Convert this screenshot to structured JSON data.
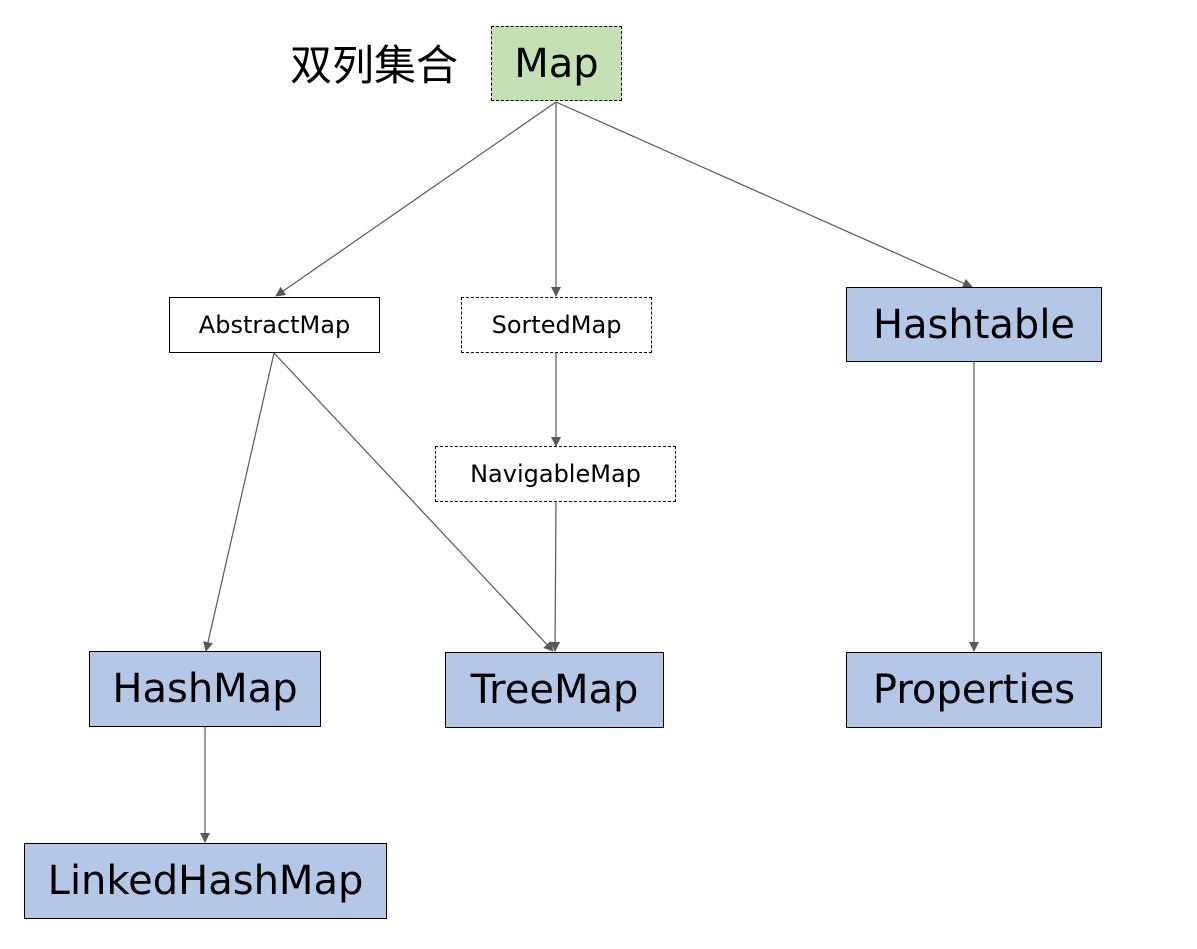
{
  "title": "双列集合",
  "nodes": {
    "map": "Map",
    "abstract_map": "AbstractMap",
    "sorted_map": "SortedMap",
    "hashtable": "Hashtable",
    "navigable_map": "NavigableMap",
    "hash_map": "HashMap",
    "tree_map": "TreeMap",
    "properties": "Properties",
    "linked_hash_map": "LinkedHashMap"
  },
  "colors": {
    "root_fill": "#c5e0b4",
    "class_fill": "#b4c7e7",
    "abstract_fill": "#ffffff",
    "border": "#000000",
    "edge": "#595959"
  }
}
